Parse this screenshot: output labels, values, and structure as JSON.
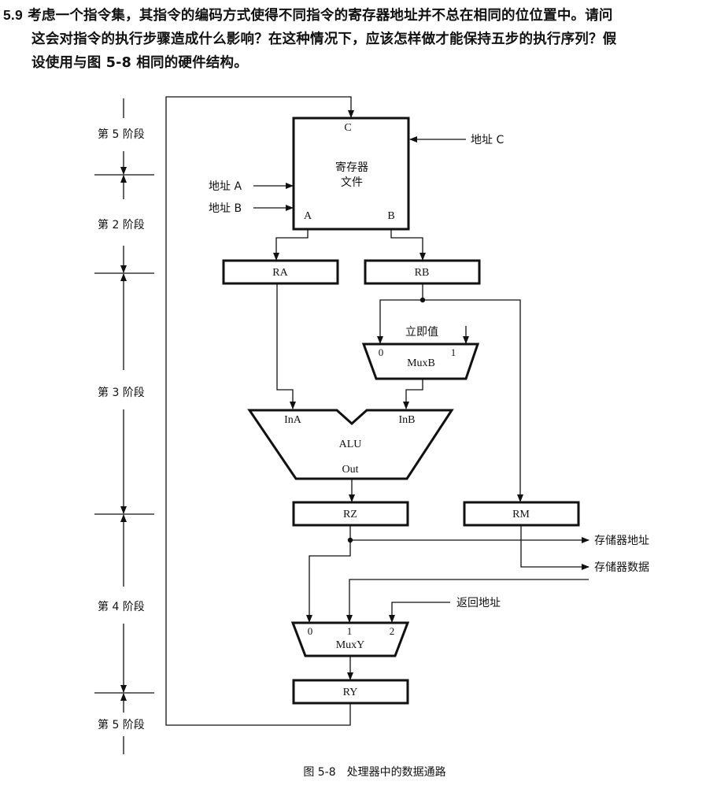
{
  "question": {
    "number": "5.9",
    "line1": "考虑一个指令集，其指令的编码方式使得不同指令的寄存器地址并不总在相同的位位置中。请问",
    "line2": "这会对指令的执行步骤造成什么影响？在这种情况下，应该怎样做才能保持五步的执行序列？假",
    "line3": "设使用与图 5-8 相同的硬件结构。"
  },
  "stages": {
    "s5_top": "第 5 阶段",
    "s2": "第 2 阶段",
    "s3": "第 3 阶段",
    "s4": "第 4 阶段",
    "s5_bottom": "第 5 阶段"
  },
  "register_file": {
    "title_line1": "寄存器",
    "title_line2": "文件",
    "port_c": "C",
    "port_a": "A",
    "port_b": "B",
    "addr_a": "地址 A",
    "addr_b": "地址 B",
    "addr_c": "地址 C"
  },
  "registers": {
    "ra": "RA",
    "rb": "RB",
    "rz": "RZ",
    "rm": "RM",
    "ry": "RY"
  },
  "muxb": {
    "label": "MuxB",
    "in0": "0",
    "in1": "1",
    "immediate": "立即值"
  },
  "alu": {
    "label": "ALU",
    "in_a": "InA",
    "in_b": "InB",
    "out": "Out"
  },
  "muxy": {
    "label": "MuxY",
    "in0": "0",
    "in1": "1",
    "in2": "2",
    "return_addr": "返回地址"
  },
  "memory": {
    "address": "存储器地址",
    "data": "存储器数据"
  },
  "caption": "图 5-8　处理器中的数据通路"
}
